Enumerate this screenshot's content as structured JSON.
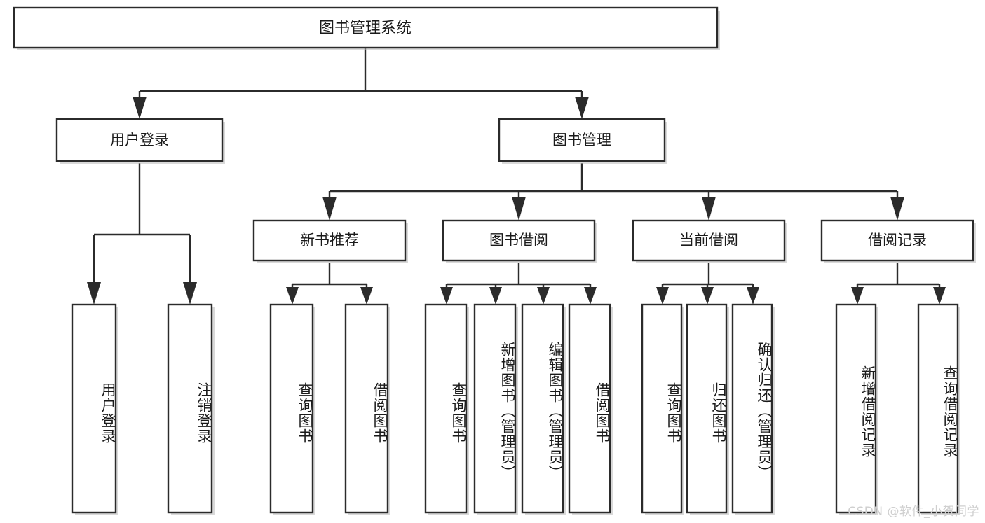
{
  "diagram": {
    "type": "hierarchy-tree",
    "title": "图书管理系统",
    "watermark": "CSDN @软件_小贺同学",
    "colors": {
      "background": "#ffffff",
      "box_fill": "#ffffff",
      "stroke": "#2b2b2b",
      "text": "#1a1a1a",
      "watermark": "#cfcfcf"
    },
    "root": {
      "label": "图书管理系统"
    },
    "level2": [
      {
        "label": "用户登录"
      },
      {
        "label": "图书管理"
      }
    ],
    "level3": [
      {
        "label": "新书推荐"
      },
      {
        "label": "图书借阅"
      },
      {
        "label": "当前借阅"
      },
      {
        "label": "借阅记录"
      }
    ],
    "leaves": {
      "user_login": [
        {
          "label": "用户登录"
        },
        {
          "label": "注销登录"
        }
      ],
      "new_book_recommend": [
        {
          "label": "查询图书"
        },
        {
          "label": "借阅图书"
        }
      ],
      "book_borrow": [
        {
          "label": "查询图书"
        },
        {
          "label": "新增图书（管理员）"
        },
        {
          "label": "编辑图书（管理员）"
        },
        {
          "label": "借阅图书"
        }
      ],
      "current_borrow": [
        {
          "label": "查询图书"
        },
        {
          "label": "归还图书"
        },
        {
          "label": "确认归还（管理员）"
        }
      ],
      "borrow_record": [
        {
          "label": "新增借阅记录"
        },
        {
          "label": "查询借阅记录"
        }
      ]
    }
  }
}
